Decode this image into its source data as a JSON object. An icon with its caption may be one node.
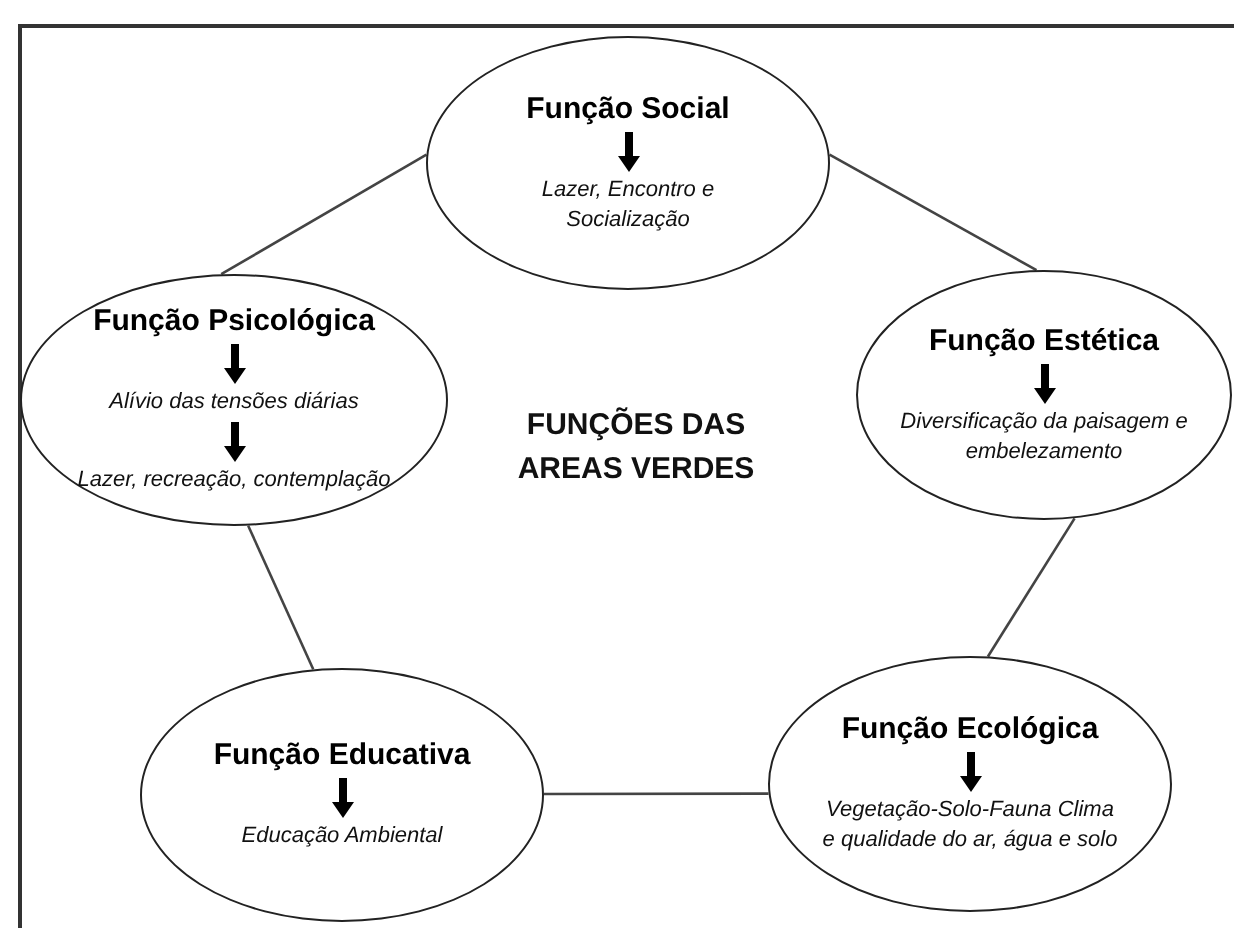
{
  "diagram": {
    "title": "FUNÇÕES DAS AREAS VERDES",
    "nodes": [
      {
        "text": [
          "Função Social",
          "Lazer, Encontro e Socialização"
        ]
      },
      {
        "text": [
          "Função Psicológica",
          "Alívio das tensões diárias",
          "Lazer, recreação, contemplação"
        ]
      },
      {
        "text": [
          "Função Estética",
          "Diversificação da paisagem e embelezamento"
        ]
      },
      {
        "text": [
          "Função Educativa",
          "Educação Ambiental"
        ]
      },
      {
        "text": [
          "Função Ecológica",
          "Vegetação-Solo-Fauna Clima e qualidade do ar, água e solo"
        ]
      }
    ],
    "edges": [
      {
        "from": 0,
        "to": 1,
        "arrow": "none"
      },
      {
        "from": 0,
        "to": 2,
        "arrow": "none"
      },
      {
        "from": 1,
        "to": 3,
        "arrow": "none"
      },
      {
        "from": 2,
        "to": 4,
        "arrow": "none"
      },
      {
        "from": 3,
        "to": 4,
        "arrow": "none"
      }
    ]
  }
}
